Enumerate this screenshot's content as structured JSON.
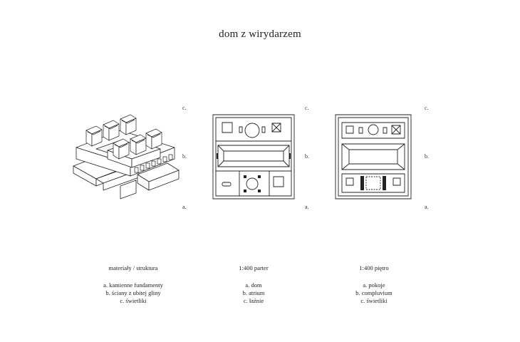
{
  "title": "dom z wirydarzem",
  "panels": [
    {
      "heading": "materiały / struktura",
      "items": [
        "a. kamienne fundamenty",
        "b. ściany z ubitej gliny",
        "c. świetliki"
      ],
      "markers": [
        "c.",
        "b.",
        "a."
      ]
    },
    {
      "heading": "1:400 parter",
      "items": [
        "a. dom",
        "b. atrium",
        "c. łaźnie"
      ],
      "markers": [
        "c.",
        "b.",
        "a."
      ]
    },
    {
      "heading": "1:400 piętro",
      "items": [
        "a. pokoje",
        "b. compluvium",
        "c. świetliki"
      ],
      "markers": [
        "c.",
        "b.",
        "a."
      ]
    }
  ]
}
